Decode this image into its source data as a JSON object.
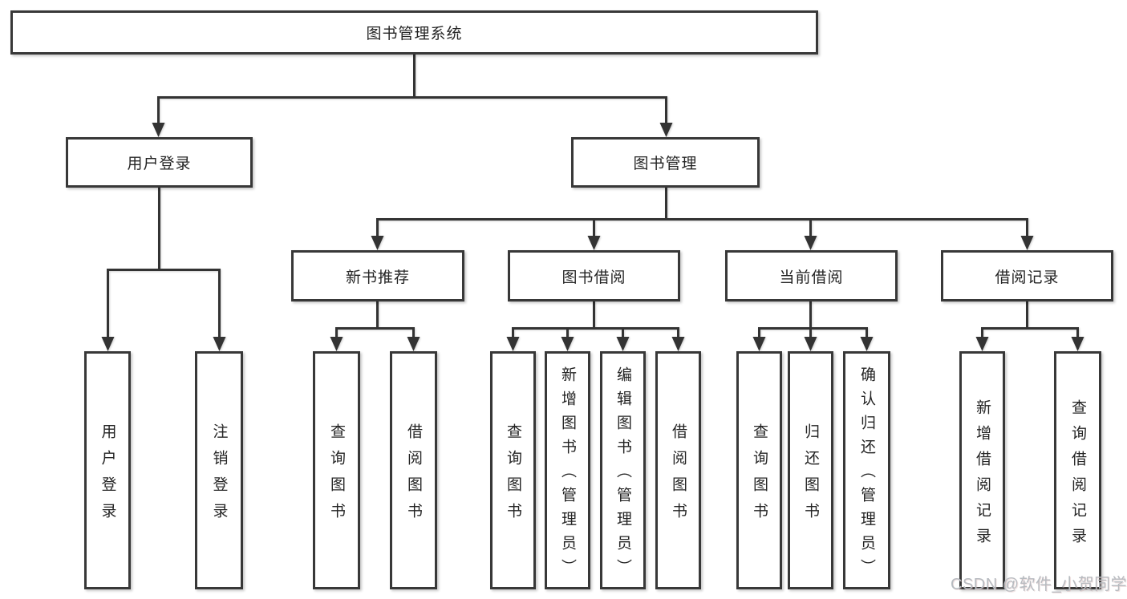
{
  "diagram": {
    "type": "hierarchy-tree",
    "colors": {
      "line": "#333333",
      "node_border": "#383838",
      "node_fill": "#ffffff",
      "text": "#242424",
      "watermark_text_color": "#b7bbc0"
    },
    "tree": {
      "label": "图书管理系统",
      "children": [
        {
          "label": "用户登录",
          "children": [
            {
              "label": "用户登录"
            },
            {
              "label": "注销登录"
            }
          ]
        },
        {
          "label": "图书管理",
          "children": [
            {
              "label": "新书推荐",
              "children": [
                {
                  "label": "查询图书"
                },
                {
                  "label": "借阅图书"
                }
              ]
            },
            {
              "label": "图书借阅",
              "children": [
                {
                  "label": "查询图书"
                },
                {
                  "label": "新增图书（管理员）"
                },
                {
                  "label": "编辑图书（管理员）"
                },
                {
                  "label": "借阅图书"
                }
              ]
            },
            {
              "label": "当前借阅",
              "children": [
                {
                  "label": "查询图书"
                },
                {
                  "label": "归还图书"
                },
                {
                  "label": "确认归还（管理员）"
                }
              ]
            },
            {
              "label": "借阅记录",
              "children": [
                {
                  "label": "新增借阅记录"
                },
                {
                  "label": "查询借阅记录"
                }
              ]
            }
          ]
        }
      ]
    },
    "watermark": {
      "text": "CSDN @软件_小贺同学"
    }
  }
}
